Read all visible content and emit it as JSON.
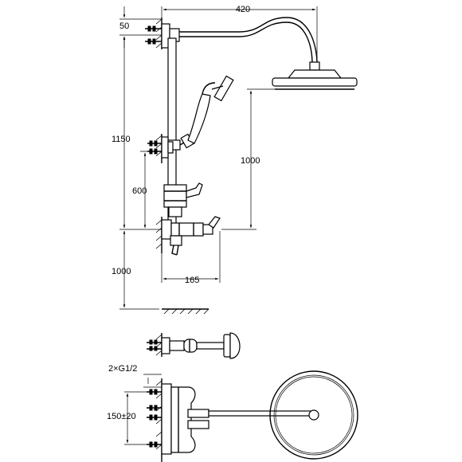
{
  "dimensions": {
    "top_width": "420",
    "wall_offset": "50",
    "bar_height": "1150",
    "head_height": "1000",
    "bracket_height": "600",
    "floor_height": "1000",
    "mixer_depth": "165",
    "connection_size": "2×G1/2",
    "centre_spacing": "150±20"
  }
}
